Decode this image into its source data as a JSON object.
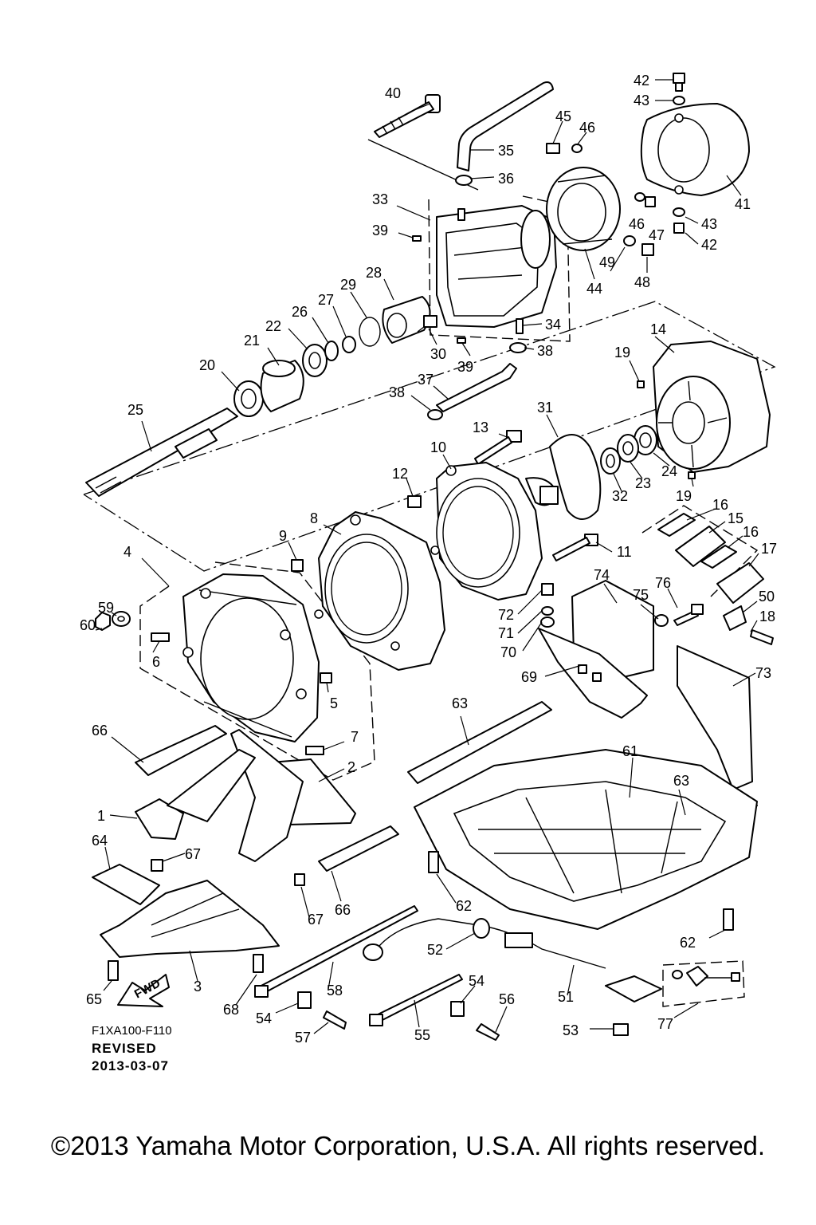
{
  "diagram": {
    "callouts": [
      {
        "id": "c40",
        "text": "40"
      },
      {
        "id": "c35",
        "text": "35"
      },
      {
        "id": "c36",
        "text": "36"
      },
      {
        "id": "c33",
        "text": "33"
      },
      {
        "id": "c39a",
        "text": "39"
      },
      {
        "id": "c45",
        "text": "45"
      },
      {
        "id": "c46a",
        "text": "46"
      },
      {
        "id": "c42a",
        "text": "42"
      },
      {
        "id": "c43a",
        "text": "43"
      },
      {
        "id": "c41",
        "text": "41"
      },
      {
        "id": "c46b",
        "text": "46"
      },
      {
        "id": "c43b",
        "text": "43"
      },
      {
        "id": "c47",
        "text": "47"
      },
      {
        "id": "c42b",
        "text": "42"
      },
      {
        "id": "c49",
        "text": "49"
      },
      {
        "id": "c48",
        "text": "48"
      },
      {
        "id": "c44",
        "text": "44"
      },
      {
        "id": "c28",
        "text": "28"
      },
      {
        "id": "c29",
        "text": "29"
      },
      {
        "id": "c27",
        "text": "27"
      },
      {
        "id": "c26",
        "text": "26"
      },
      {
        "id": "c22",
        "text": "22"
      },
      {
        "id": "c21",
        "text": "21"
      },
      {
        "id": "c20",
        "text": "20"
      },
      {
        "id": "c34",
        "text": "34"
      },
      {
        "id": "c30",
        "text": "30"
      },
      {
        "id": "c38a",
        "text": "38"
      },
      {
        "id": "c39b",
        "text": "39"
      },
      {
        "id": "c37",
        "text": "37"
      },
      {
        "id": "c38b",
        "text": "38"
      },
      {
        "id": "c25",
        "text": "25"
      },
      {
        "id": "c14",
        "text": "14"
      },
      {
        "id": "c19a",
        "text": "19"
      },
      {
        "id": "c31",
        "text": "31"
      },
      {
        "id": "c13",
        "text": "13"
      },
      {
        "id": "c10",
        "text": "10"
      },
      {
        "id": "c24",
        "text": "24"
      },
      {
        "id": "c23",
        "text": "23"
      },
      {
        "id": "c32",
        "text": "32"
      },
      {
        "id": "c19b",
        "text": "19"
      },
      {
        "id": "c12",
        "text": "12"
      },
      {
        "id": "c16a",
        "text": "16"
      },
      {
        "id": "c15",
        "text": "15"
      },
      {
        "id": "c16b",
        "text": "16"
      },
      {
        "id": "c17",
        "text": "17"
      },
      {
        "id": "c9",
        "text": "9"
      },
      {
        "id": "c8",
        "text": "8"
      },
      {
        "id": "c11",
        "text": "11"
      },
      {
        "id": "c4",
        "text": "4"
      },
      {
        "id": "c74",
        "text": "74"
      },
      {
        "id": "c76",
        "text": "76"
      },
      {
        "id": "c75",
        "text": "75"
      },
      {
        "id": "c50",
        "text": "50"
      },
      {
        "id": "c18",
        "text": "18"
      },
      {
        "id": "c59",
        "text": "59"
      },
      {
        "id": "c60",
        "text": "60"
      },
      {
        "id": "c72",
        "text": "72"
      },
      {
        "id": "c71",
        "text": "71"
      },
      {
        "id": "c70",
        "text": "70"
      },
      {
        "id": "c6",
        "text": "6"
      },
      {
        "id": "c69",
        "text": "69"
      },
      {
        "id": "c73",
        "text": "73"
      },
      {
        "id": "c5",
        "text": "5"
      },
      {
        "id": "c63a",
        "text": "63"
      },
      {
        "id": "c66a",
        "text": "66"
      },
      {
        "id": "c7",
        "text": "7"
      },
      {
        "id": "c61",
        "text": "61"
      },
      {
        "id": "c2",
        "text": "2"
      },
      {
        "id": "c63b",
        "text": "63"
      },
      {
        "id": "c1",
        "text": "1"
      },
      {
        "id": "c64",
        "text": "64"
      },
      {
        "id": "c67a",
        "text": "67"
      },
      {
        "id": "c66b",
        "text": "66"
      },
      {
        "id": "c67b",
        "text": "67"
      },
      {
        "id": "c62a",
        "text": "62"
      },
      {
        "id": "c62b",
        "text": "62"
      },
      {
        "id": "c52",
        "text": "52"
      },
      {
        "id": "c3",
        "text": "3"
      },
      {
        "id": "c65",
        "text": "65"
      },
      {
        "id": "c68",
        "text": "68"
      },
      {
        "id": "c58",
        "text": "58"
      },
      {
        "id": "c54a",
        "text": "54"
      },
      {
        "id": "c57",
        "text": "57"
      },
      {
        "id": "c54b",
        "text": "54"
      },
      {
        "id": "c56",
        "text": "56"
      },
      {
        "id": "c55",
        "text": "55"
      },
      {
        "id": "c51",
        "text": "51"
      },
      {
        "id": "c53",
        "text": "53"
      },
      {
        "id": "c77",
        "text": "77"
      }
    ],
    "fwd_arrow_text": "FWD",
    "diagram_code": "F1XA100-F110",
    "revision_label": "REVISED",
    "revision_date": "2013-03-07"
  },
  "footer": {
    "copyright": "©2013 Yamaha Motor Corporation, U.S.A. All rights reserved."
  }
}
